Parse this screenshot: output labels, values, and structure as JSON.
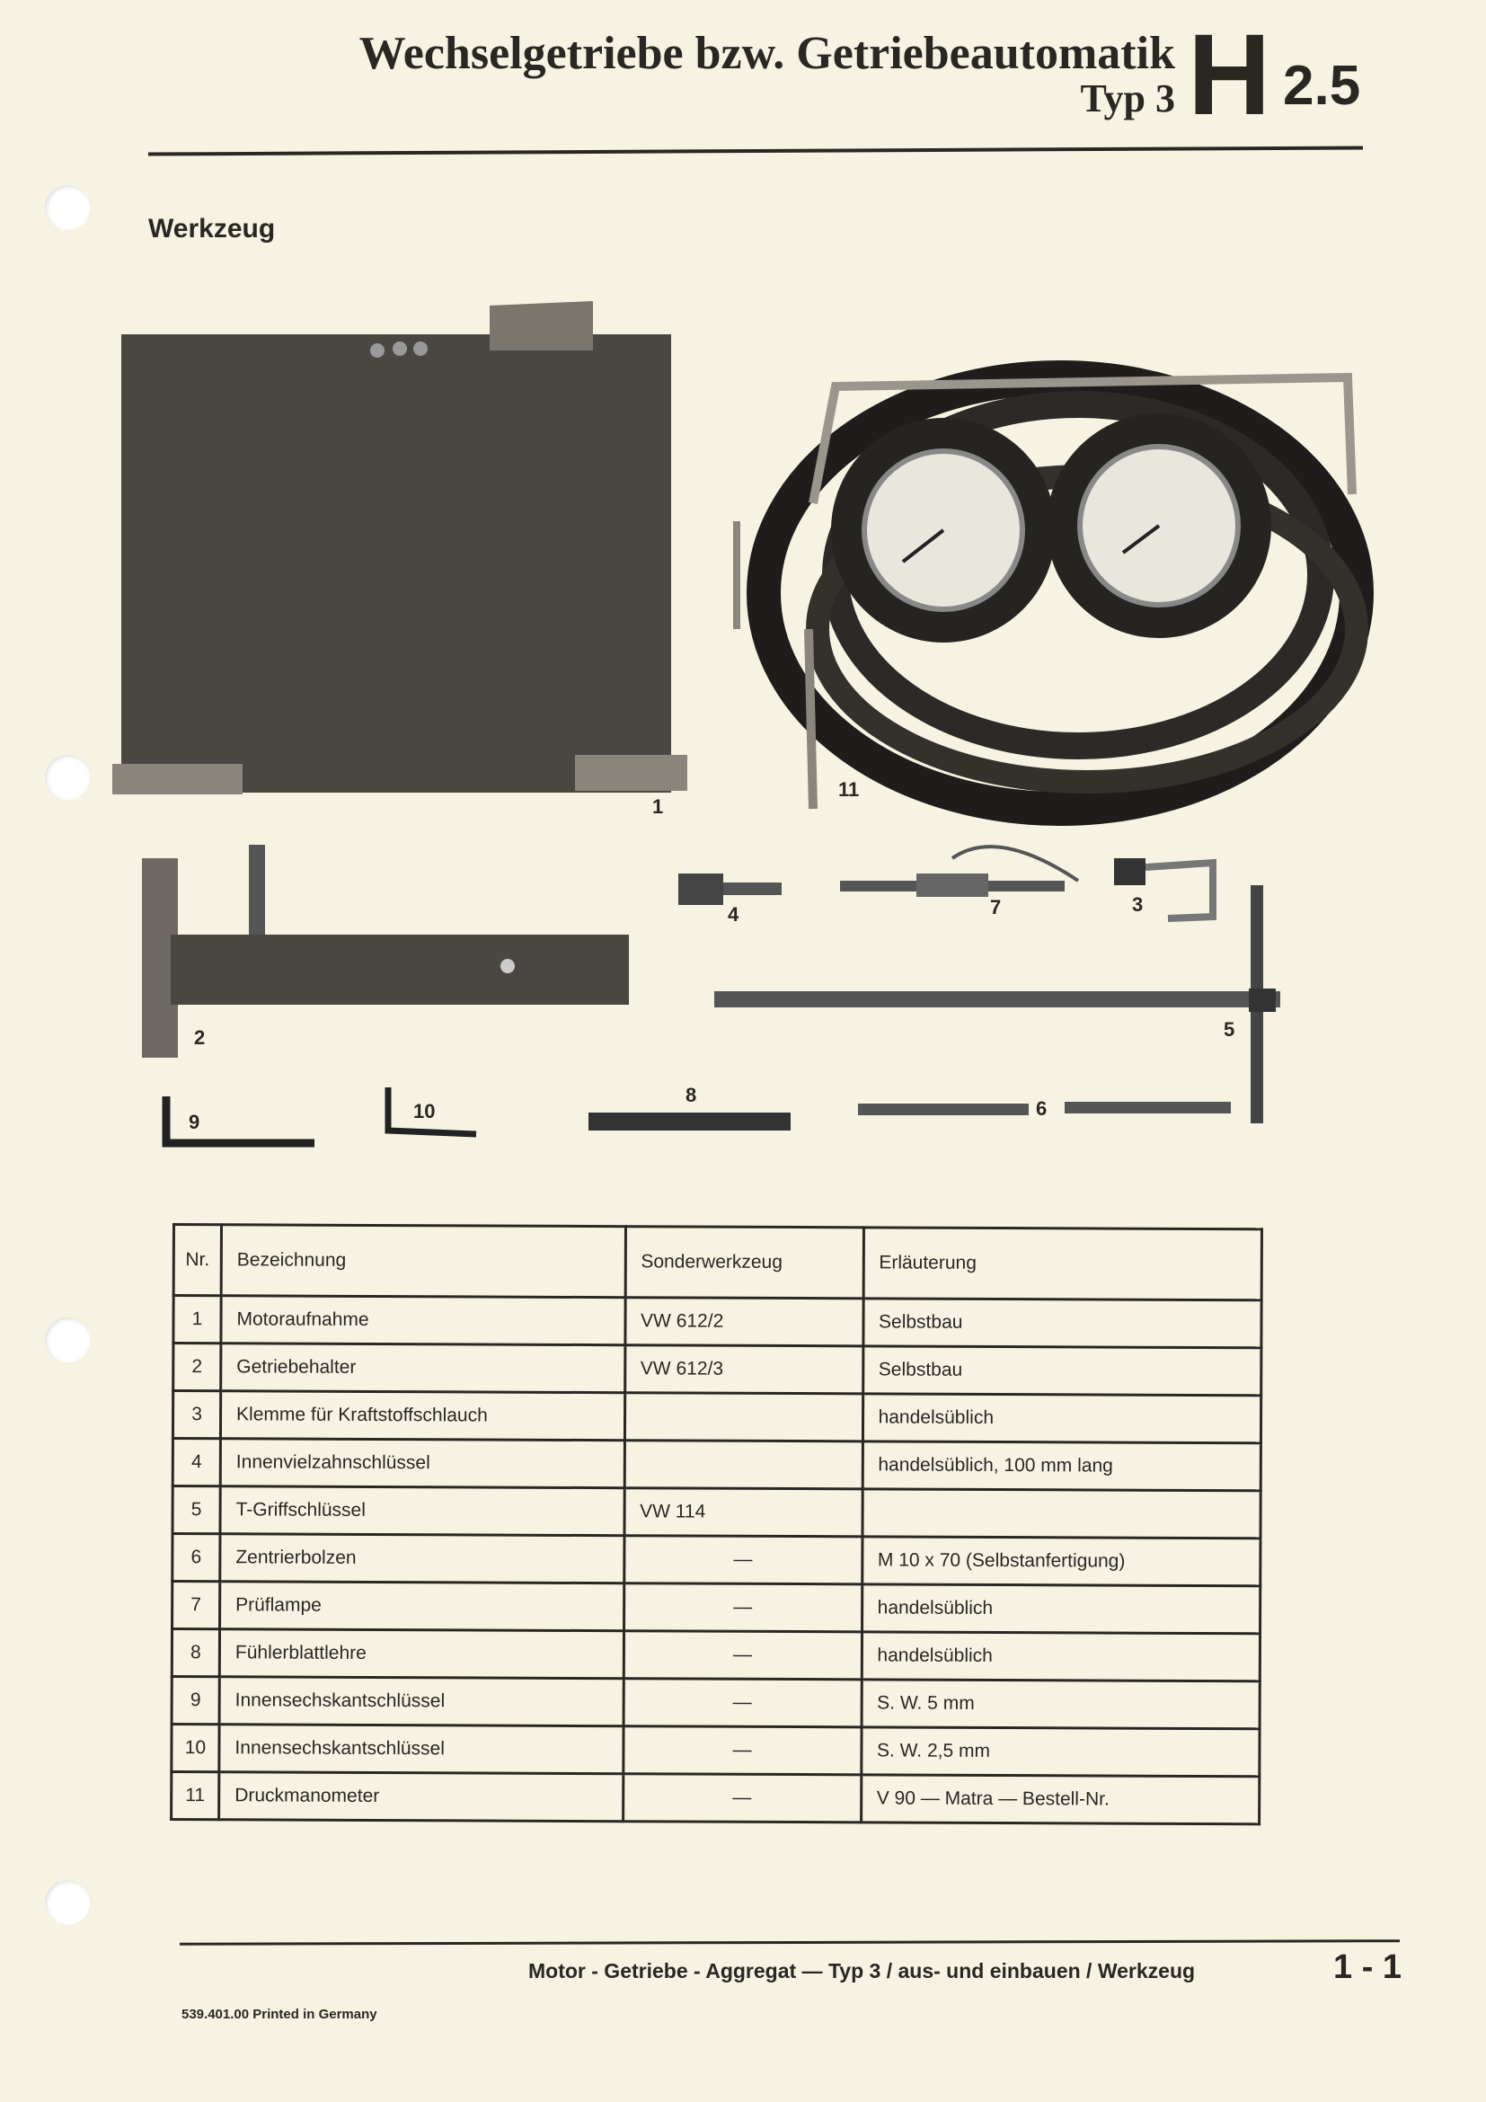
{
  "header": {
    "title": "Wechselgetriebe bzw. Getriebeautomatik",
    "subtitle": "Typ 3",
    "section_letter": "H",
    "section_number": "2.5"
  },
  "section_heading": "Werkzeug",
  "figure_labels": [
    "1",
    "2",
    "3",
    "4",
    "5",
    "6",
    "7",
    "8",
    "9",
    "10",
    "11"
  ],
  "table": {
    "headers": [
      "Nr.",
      "Bezeichnung",
      "Sonderwerkzeug",
      "Erläuterung"
    ],
    "rows": [
      {
        "nr": "1",
        "name": "Motoraufnahme",
        "tool": "VW 612/2",
        "note": "Selbstbau"
      },
      {
        "nr": "2",
        "name": "Getriebehalter",
        "tool": "VW 612/3",
        "note": "Selbstbau"
      },
      {
        "nr": "3",
        "name": "Klemme für Kraftstoffschlauch",
        "tool": "",
        "note": "handelsüblich"
      },
      {
        "nr": "4",
        "name": "Innenvielzahnschlüssel",
        "tool": "",
        "note": "handelsüblich, 100 mm lang"
      },
      {
        "nr": "5",
        "name": "T-Griffschlüssel",
        "tool": "VW 114",
        "note": ""
      },
      {
        "nr": "6",
        "name": "Zentrierbolzen",
        "tool": "—",
        "note": "M 10 x 70 (Selbstanfertigung)"
      },
      {
        "nr": "7",
        "name": "Prüflampe",
        "tool": "—",
        "note": "handelsüblich"
      },
      {
        "nr": "8",
        "name": "Fühlerblattlehre",
        "tool": "—",
        "note": "handelsüblich"
      },
      {
        "nr": "9",
        "name": "Innensechskantschlüssel",
        "tool": "—",
        "note": "S. W. 5 mm"
      },
      {
        "nr": "10",
        "name": "Innensechskantschlüssel",
        "tool": "—",
        "note": "S. W. 2,5 mm"
      },
      {
        "nr": "11",
        "name": "Druckmanometer",
        "tool": "—",
        "note": "V 90 — Matra — Bestell-Nr."
      }
    ]
  },
  "footer": {
    "text": "Motor - Getriebe - Aggregat — Typ 3 / aus- und einbauen / Werkzeug",
    "page": "1 - 1",
    "print_info": "539.401.00  Printed in Germany"
  }
}
